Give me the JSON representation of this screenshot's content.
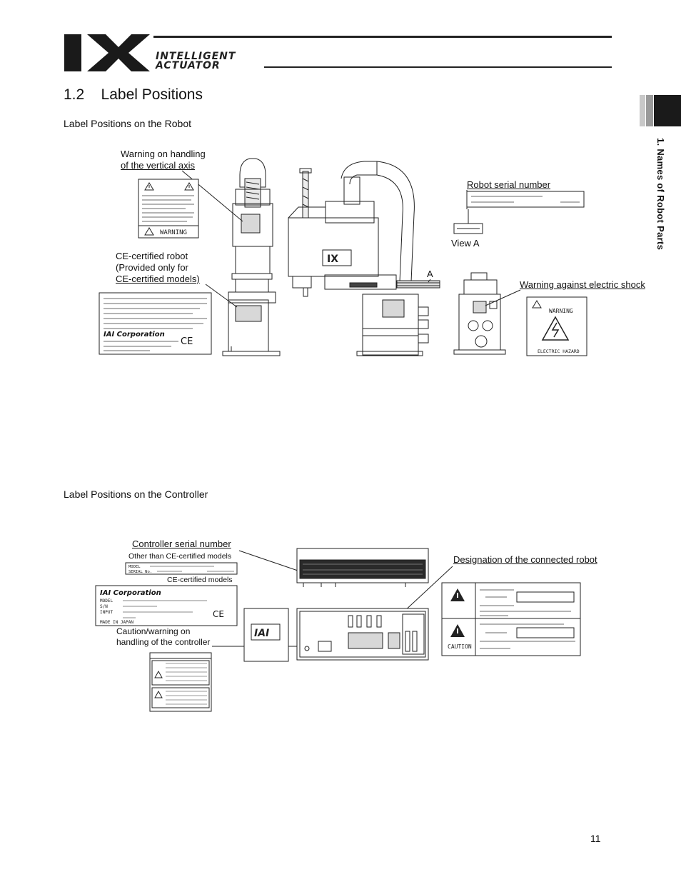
{
  "header": {
    "logo_mark": "IX",
    "logo_line1": "INTELLIGENT",
    "logo_line2": "ACTUATOR"
  },
  "section": {
    "number": "1.2",
    "title": "Label Positions"
  },
  "side_tab": {
    "label": "1. Names of Robot Parts"
  },
  "robot": {
    "heading": "Label Positions on the Robot",
    "warning_vertical_line1": "Warning on handling",
    "warning_vertical_line2": "of the vertical axis",
    "ce_line1": "CE-certified robot",
    "ce_line2": "(Provided only for",
    "ce_line3": "CE-certified models)",
    "serial": "Robot serial number",
    "view_a": "View A",
    "a_marker": "A",
    "shock": "Warning against electric shock",
    "warning_label_word": "WARNING",
    "shock_label_word": "WARNING",
    "shock_label_bottom": "ELECTRIC HAZARD",
    "nameplate_brand": "IAI Corporation",
    "ce_mark": "CE"
  },
  "controller": {
    "heading": "Label Positions on the Controller",
    "serial": "Controller serial number",
    "other_than_ce": "Other than CE-certified models",
    "ce_models": "CE-certified models",
    "caution_line1": "Caution/warning on",
    "caution_line2": "handling of the controller",
    "designation": "Designation of the connected robot",
    "nameplate_brand": "IAI Corporation",
    "ce_mark": "CE",
    "caution_word": "CAUTION",
    "iai_front": "IAI",
    "serial_row1": "MODEL",
    "serial_row2": "SERIAL No.",
    "ce_plate_rows": [
      "MODEL",
      "S/N",
      "INPUT",
      "MADE IN JAPAN"
    ]
  },
  "page_number": "11"
}
